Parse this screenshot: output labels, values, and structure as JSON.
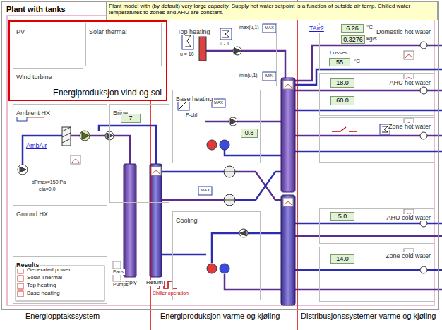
{
  "diagram": {
    "nodes": [
      {
        "text": [
          "Plant with tanks"
        ]
      },
      {
        "text": [
          "Plant model with (by default) very large capacity. Supply hot water setpoint is a function of outside air temp. Chilled water temperatures to zones and AHU are constant."
        ],
        "in": 0
      },
      {
        "text": [
          "Energiproduksjon vind og sol"
        ],
        "in": 0
      },
      {
        "text": [
          "PV"
        ],
        "in": 2
      },
      {
        "text": [
          "Solar thermal"
        ],
        "in": 2
      },
      {
        "text": [
          "Wind turbine"
        ],
        "in": 2
      },
      {
        "text": [
          "Top heating"
        ],
        "in": 0
      },
      {
        "text": [
          "Domestic hot water"
        ],
        "in": 0
      },
      {
        "text": [
          "Ambient HX"
        ],
        "in": 0
      },
      {
        "text": [
          "Brine"
        ],
        "in": 0
      },
      {
        "text": [
          "Base heating"
        ],
        "in": 0
      },
      {
        "text": [
          "AHU hot water"
        ],
        "in": 0
      },
      {
        "text": [
          "Zone hot water"
        ],
        "in": 0
      },
      {
        "text": [
          "Ground HX"
        ],
        "in": 0
      },
      {
        "text": [
          "Cooling"
        ],
        "in": 0
      },
      {
        "text": [
          "AHU cold water"
        ],
        "in": 0
      },
      {
        "text": [
          "Zone cold water"
        ],
        "in": 0
      },
      {
        "text": [
          "Results"
        ],
        "in": 0
      },
      {
        "text": [
          "7"
        ],
        "in": 9
      },
      {
        "text": [
          "0.8"
        ],
        "in": 10
      },
      {
        "text": [
          "6.26"
        ],
        "in": 7
      },
      {
        "text": [
          "0.3276"
        ],
        "in": 7
      },
      {
        "text": [
          "55"
        ],
        "in": 7
      },
      {
        "text": [
          "18.0"
        ],
        "in": 11
      },
      {
        "text": [
          "60.0"
        ],
        "in": 11
      },
      {
        "text": [
          "5.0"
        ],
        "in": 15
      },
      {
        "text": [
          "14.0"
        ],
        "in": 16
      }
    ],
    "labels": [
      "u = 10",
      "u - 1",
      "max(u,1)",
      "min(u,1)",
      "MAX",
      "MIN",
      "MAX",
      "P-ctrl",
      "TAir2",
      "°C",
      "kg/s",
      "Losses",
      "°C",
      "AmbAir",
      "dPmax=150 Pa",
      "eta=0.0",
      "Supply",
      "Return",
      "MAX",
      "Generated power",
      "Solar Thermal",
      "Top heating",
      "Base heating",
      "Fans",
      "Pumps",
      "Chiller operation",
      "Energiopptakssystem",
      "Energiproduksjon varme og kjøling",
      "Distribusjonssystemer varme og kjøling"
    ]
  }
}
